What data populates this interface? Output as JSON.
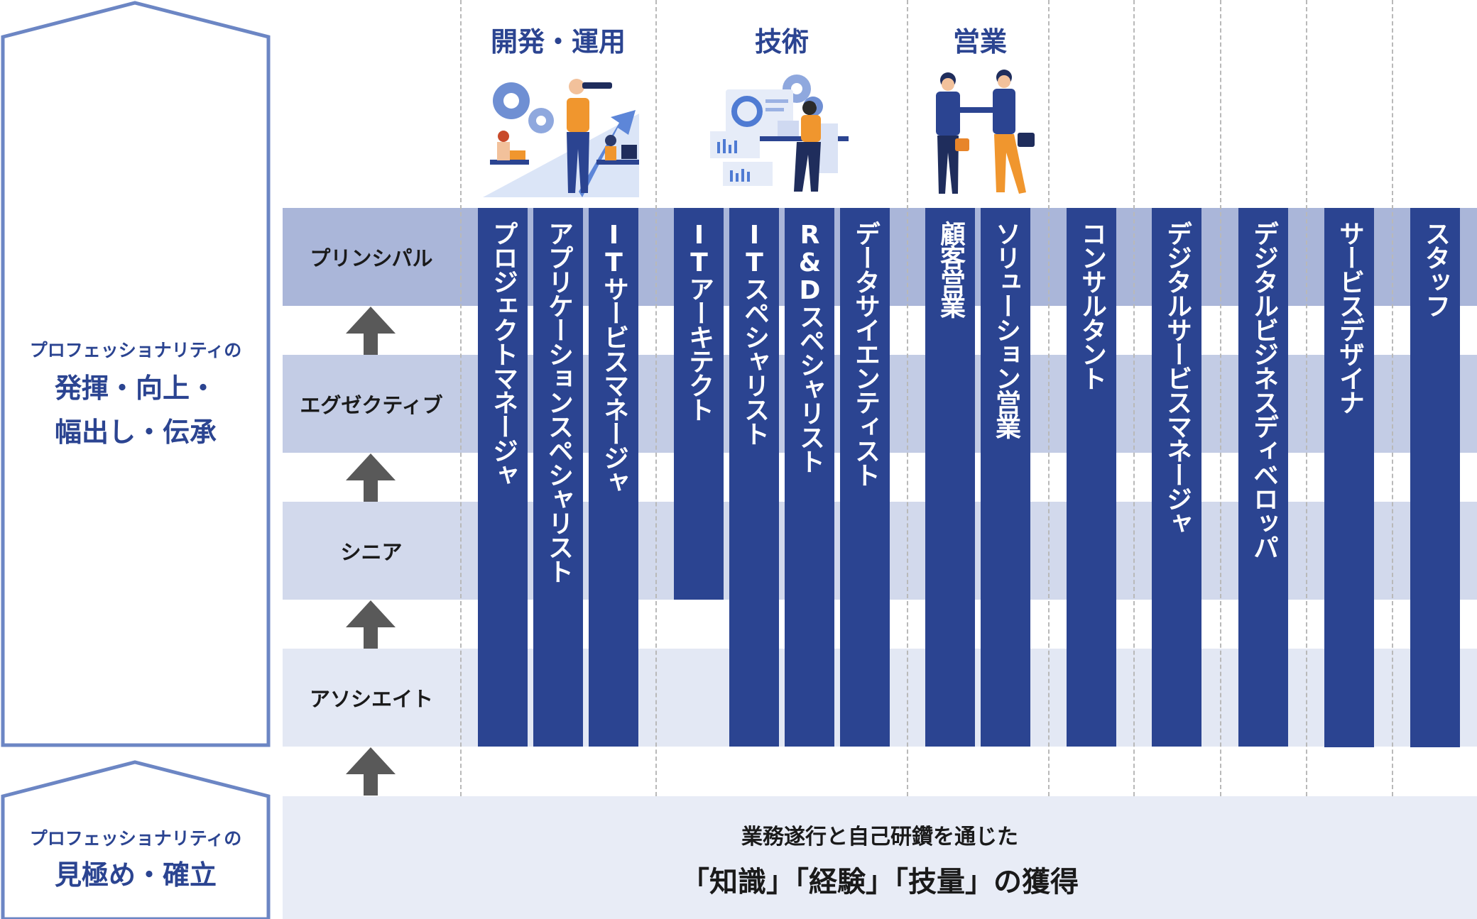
{
  "top_house": {
    "subtitle": "プロフェッショナリティの",
    "line1": "発揮・向上・",
    "line2": "幅出し・伝承"
  },
  "bottom_house": {
    "subtitle": "プロフェッショナリティの",
    "title": "見極め・確立"
  },
  "groups": [
    {
      "label": "開発・運用",
      "icon": "telescope-team-illustration"
    },
    {
      "label": "技術",
      "icon": "engineer-dashboard-illustration"
    },
    {
      "label": "営業",
      "icon": "handshake-illustration"
    }
  ],
  "levels": [
    {
      "label": "プリンシパル",
      "color": "#aab6d9"
    },
    {
      "label": "エグゼクティブ",
      "color": "#c3cce5"
    },
    {
      "label": "シニア",
      "color": "#d2d9ec"
    },
    {
      "label": "アソシエイト",
      "color": "#e3e8f4"
    }
  ],
  "columns": [
    "プロジェクトマネージャ",
    "アプリケーションスペシャリスト",
    "ITサービスマネージャ",
    "ITアーキテクト",
    "ITスペシャリスト",
    "R&Dスペシャリスト",
    "データサイエンティスト",
    "顧客営業",
    "ソリューション営業",
    "コンサルタント",
    "デジタルサービスマネージャ",
    "デジタルビジネスディベロッパ",
    "サービスデザイナ",
    "スタッフ"
  ],
  "bottom_bar": {
    "line1": "業務遂行と自己研鑽を通じた",
    "line2": "「知識」「経験」「技量」の獲得"
  },
  "colors": {
    "accent": "#2b4491",
    "outline": "#6c86c4",
    "arrow": "#595959"
  }
}
